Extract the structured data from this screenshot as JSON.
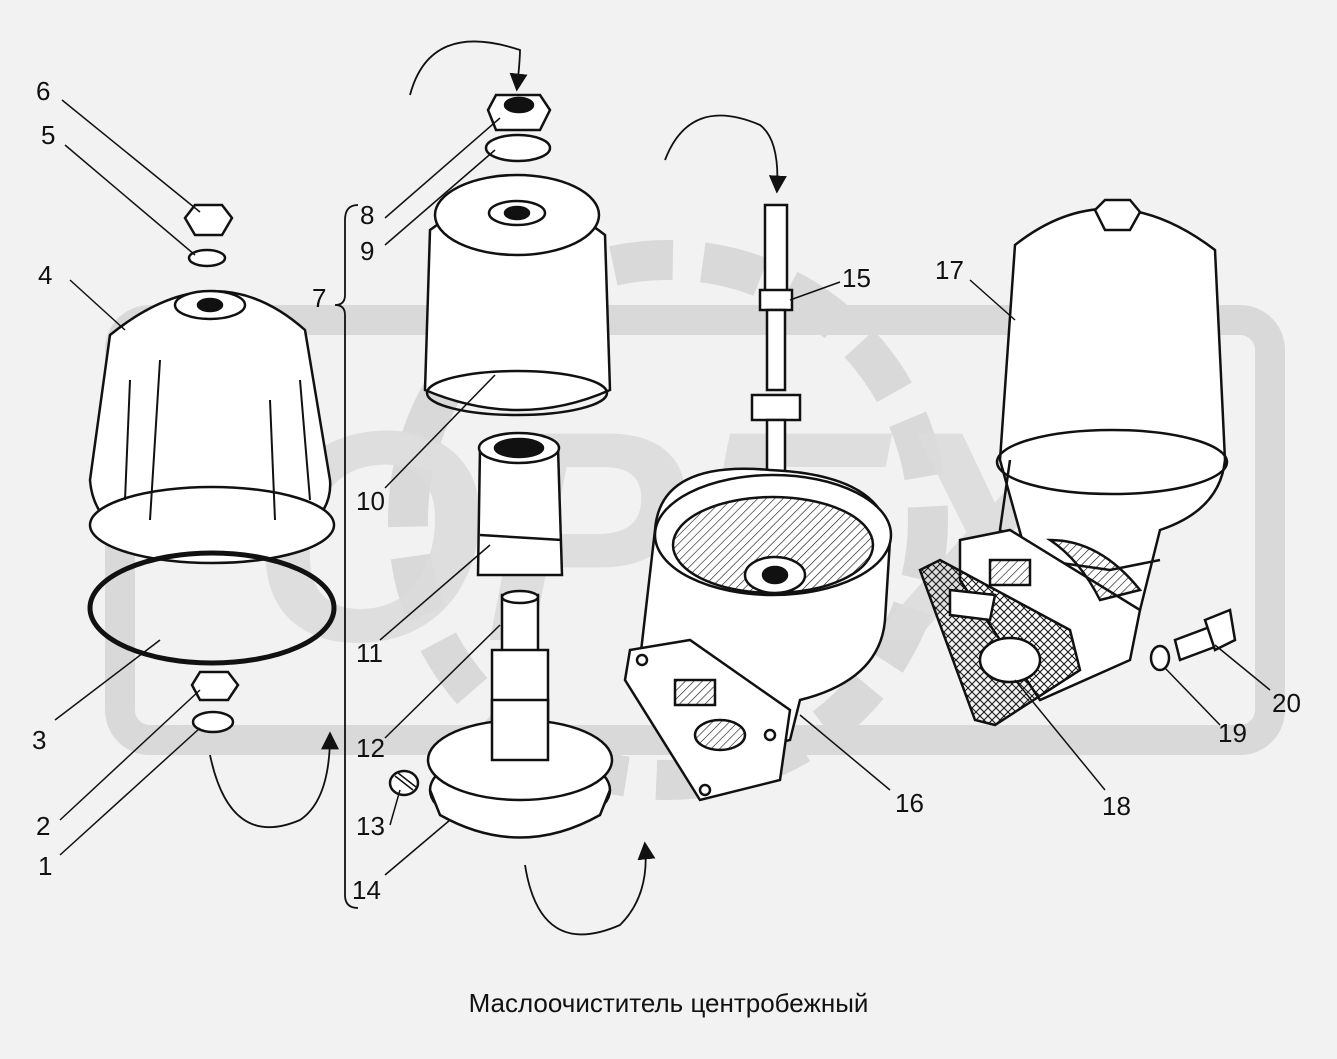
{
  "caption": "Маслоочиститель центробежный",
  "watermark": "OPEX",
  "colors": {
    "background": "#f2f2f2",
    "watermark": "#d9d9d9",
    "ink": "#111111",
    "part_fill": "#ffffff"
  },
  "part_labels": {
    "p1": "1",
    "p2": "2",
    "p3": "3",
    "p4": "4",
    "p5": "5",
    "p6": "6",
    "p7": "7",
    "p8": "8",
    "p9": "9",
    "p10": "10",
    "p11": "11",
    "p12": "12",
    "p13": "13",
    "p14": "14",
    "p15": "15",
    "p16": "16",
    "p17": "17",
    "p18": "18",
    "p19": "19",
    "p20": "20"
  }
}
